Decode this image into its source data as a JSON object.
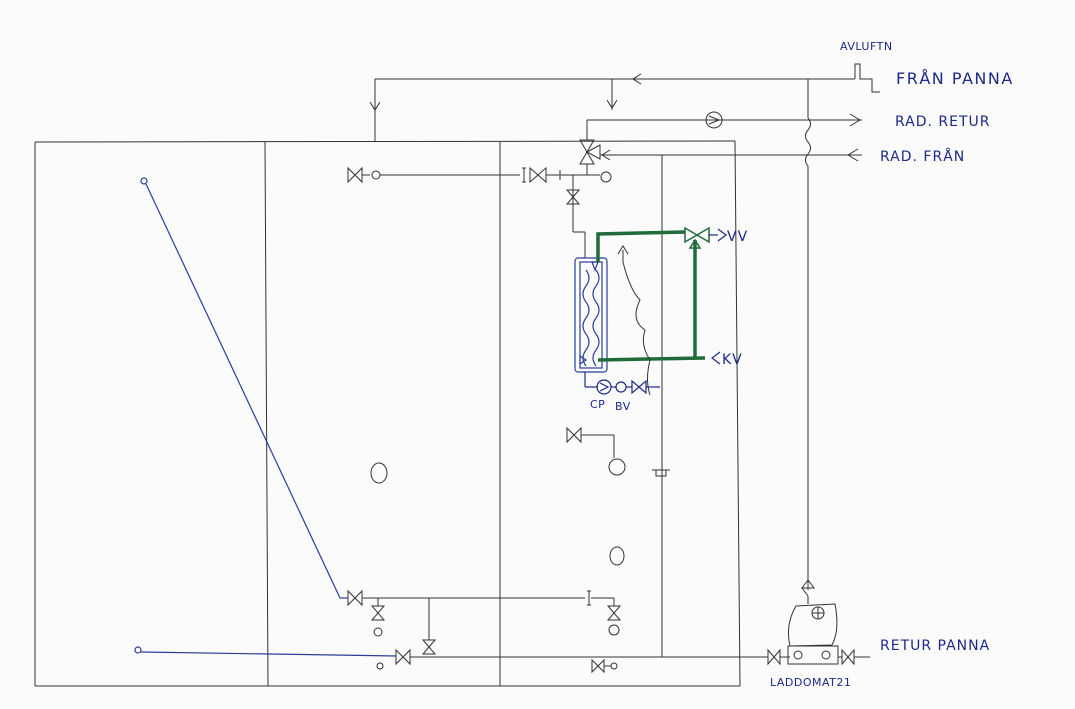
{
  "labels": {
    "avluftn": "AVLUFTN",
    "fran_panna": "FRÅN PANNA",
    "rad_retur": "RAD. RETUR",
    "rad_fran": "RAD. FRÅN",
    "vv": "VV",
    "kv": "KV",
    "cp": "CP",
    "bv": "BV",
    "retur_panna": "RETUR PANNA",
    "laddomat": "LADDOMAT21"
  },
  "colors": {
    "paper": "#fbfbfb",
    "pencil": "#333333",
    "blue_pipe": "#2a3d9a",
    "green_pipe": "#1f6b3a",
    "ink": "#1a2a8a"
  }
}
